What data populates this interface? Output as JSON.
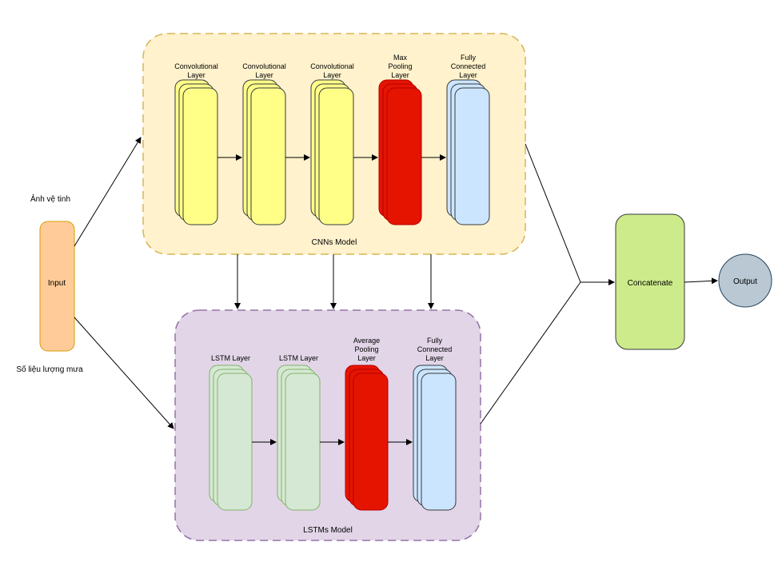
{
  "labels": {
    "satellite_image": "Ảnh vệ tinh",
    "rainfall_data": "Số liệu lượng mưa",
    "input": "Input",
    "cnn_model": "CNNs Model",
    "lstm_model": "LSTMs Model",
    "concatenate": "Concatenate",
    "output": "Output"
  },
  "cnn_layers": [
    {
      "lines": [
        "Convolutional",
        "Layer"
      ],
      "color": "yellow"
    },
    {
      "lines": [
        "Convolutional",
        "Layer"
      ],
      "color": "yellow"
    },
    {
      "lines": [
        "Convolutional",
        "Layer"
      ],
      "color": "yellow"
    },
    {
      "lines": [
        "Max",
        "Pooling",
        "Layer"
      ],
      "color": "red"
    },
    {
      "lines": [
        "Fully",
        "Connected",
        "Layer"
      ],
      "color": "blue"
    }
  ],
  "lstm_layers": [
    {
      "lines": [
        "LSTM Layer"
      ],
      "color": "green"
    },
    {
      "lines": [
        "LSTM Layer"
      ],
      "color": "green"
    },
    {
      "lines": [
        "Average",
        "Pooling",
        "Layer"
      ],
      "color": "red"
    },
    {
      "lines": [
        "Fully",
        "Connected",
        "Layer"
      ],
      "color": "blue"
    }
  ],
  "colors": {
    "yellow": "#ffff88",
    "red": "#e51400",
    "red_stroke": "#b20000",
    "blue": "#cce5ff",
    "blue_stroke": "#36393d",
    "green": "#d5e8d4",
    "green_stroke": "#82b366",
    "yellow_stroke": "#36393d",
    "cnn_bg": "#fff2cc",
    "cnn_border": "#d6b656",
    "lstm_bg": "#e1d5e7",
    "lstm_border": "#9673a6",
    "input": "#ffcc99",
    "input_stroke": "#d79b00",
    "concat": "#cdeb8b",
    "concat_stroke": "#36393d",
    "output": "#bac8d3",
    "output_stroke": "#23445d"
  }
}
